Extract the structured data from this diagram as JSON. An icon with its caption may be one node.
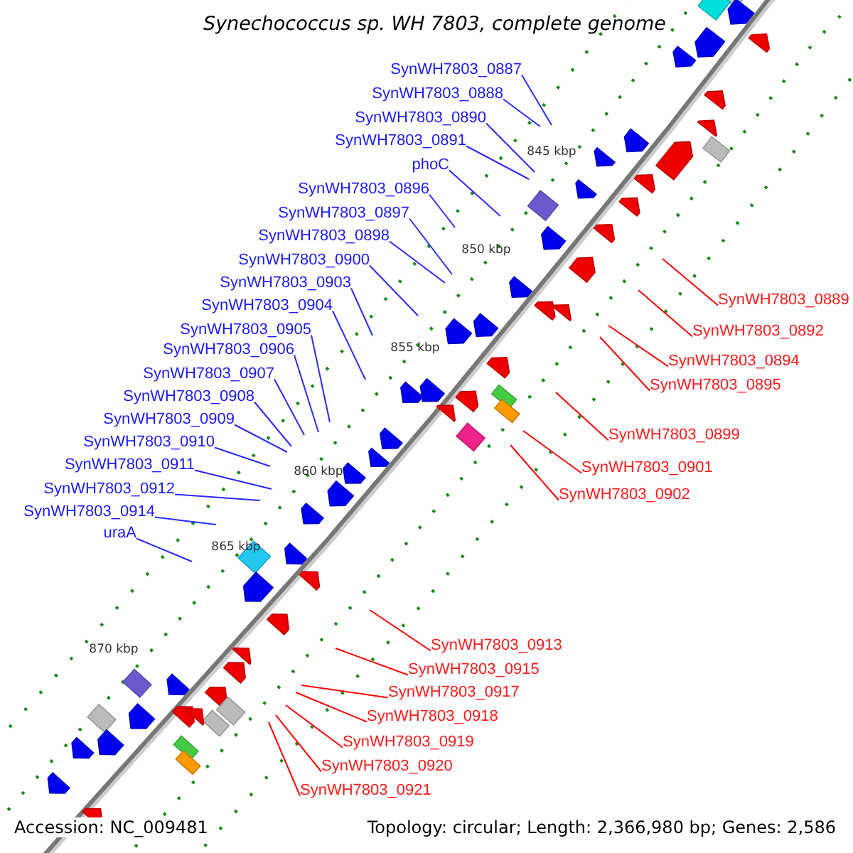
{
  "diagram": {
    "title": "Synechococcus sp. WH 7803, complete genome",
    "nodes": [
      {
        "text": [
          "SynWH7803_0887"
        ]
      },
      {
        "text": [
          "SynWH7803_0888"
        ]
      },
      {
        "text": [
          "SynWH7803_0890"
        ]
      },
      {
        "text": [
          "SynWH7803_0891"
        ]
      },
      {
        "text": [
          "phoC"
        ]
      },
      {
        "text": [
          "SynWH7803_0896"
        ]
      },
      {
        "text": [
          "SynWH7803_0897"
        ]
      },
      {
        "text": [
          "SynWH7803_0898"
        ]
      },
      {
        "text": [
          "SynWH7803_0900"
        ]
      },
      {
        "text": [
          "SynWH7803_0903"
        ]
      },
      {
        "text": [
          "SynWH7803_0904"
        ]
      },
      {
        "text": [
          "SynWH7803_0905"
        ]
      },
      {
        "text": [
          "SynWH7803_0906"
        ]
      },
      {
        "text": [
          "SynWH7803_0907"
        ]
      },
      {
        "text": [
          "SynWH7803_0908"
        ]
      },
      {
        "text": [
          "SynWH7803_0909"
        ]
      },
      {
        "text": [
          "SynWH7803_0910"
        ]
      },
      {
        "text": [
          "SynWH7803_0911"
        ]
      },
      {
        "text": [
          "SynWH7803_0912"
        ]
      },
      {
        "text": [
          "SynWH7803_0914"
        ]
      },
      {
        "text": [
          "uraA"
        ]
      },
      {
        "text": [
          "SynWH7803_0889"
        ]
      },
      {
        "text": [
          "SynWH7803_0892"
        ]
      },
      {
        "text": [
          "SynWH7803_0894"
        ]
      },
      {
        "text": [
          "SynWH7803_0895"
        ]
      },
      {
        "text": [
          "SynWH7803_0899"
        ]
      },
      {
        "text": [
          "SynWH7803_0901"
        ]
      },
      {
        "text": [
          "SynWH7803_0902"
        ]
      },
      {
        "text": [
          "SynWH7803_0913"
        ]
      },
      {
        "text": [
          "SynWH7803_0915"
        ]
      },
      {
        "text": [
          "SynWH7803_0917"
        ]
      },
      {
        "text": [
          "SynWH7803_0918"
        ]
      },
      {
        "text": [
          "SynWH7803_0919"
        ]
      },
      {
        "text": [
          "SynWH7803_0920"
        ]
      },
      {
        "text": [
          "SynWH7803_0921"
        ]
      }
    ],
    "edges": [
      {
        "from": 0,
        "to": null,
        "arrow": "none"
      },
      {
        "from": 1,
        "to": null,
        "arrow": "none"
      },
      {
        "from": 2,
        "to": null,
        "arrow": "none"
      },
      {
        "from": 3,
        "to": null,
        "arrow": "none"
      },
      {
        "from": 4,
        "to": null,
        "arrow": "none"
      },
      {
        "from": 5,
        "to": null,
        "arrow": "none"
      },
      {
        "from": 6,
        "to": null,
        "arrow": "none"
      },
      {
        "from": 7,
        "to": null,
        "arrow": "none"
      },
      {
        "from": 8,
        "to": null,
        "arrow": "none"
      },
      {
        "from": 9,
        "to": null,
        "arrow": "none"
      },
      {
        "from": 10,
        "to": null,
        "arrow": "none"
      },
      {
        "from": 11,
        "to": null,
        "arrow": "none"
      },
      {
        "from": 12,
        "to": null,
        "arrow": "none"
      },
      {
        "from": 13,
        "to": null,
        "arrow": "none"
      },
      {
        "from": 14,
        "to": null,
        "arrow": "none"
      },
      {
        "from": 15,
        "to": null,
        "arrow": "none"
      },
      {
        "from": 16,
        "to": null,
        "arrow": "none"
      },
      {
        "from": 17,
        "to": null,
        "arrow": "none"
      },
      {
        "from": 18,
        "to": null,
        "arrow": "none"
      },
      {
        "from": 19,
        "to": null,
        "arrow": "none"
      },
      {
        "from": 20,
        "to": null,
        "arrow": "none"
      },
      {
        "from": 21,
        "to": null,
        "arrow": "none",
        "color": "#ff0000"
      },
      {
        "from": 22,
        "to": null,
        "arrow": "none",
        "color": "#ff0000"
      },
      {
        "from": 23,
        "to": null,
        "arrow": "none",
        "color": "#ff0000"
      },
      {
        "from": 24,
        "to": null,
        "arrow": "none",
        "color": "#ff0000"
      },
      {
        "from": 25,
        "to": null,
        "arrow": "none",
        "color": "#ff0000"
      },
      {
        "from": 26,
        "to": null,
        "arrow": "none",
        "color": "#ff0000"
      },
      {
        "from": 27,
        "to": null,
        "arrow": "none",
        "color": "#ff0000"
      },
      {
        "from": 28,
        "to": null,
        "arrow": "none",
        "color": "#ff0000"
      },
      {
        "from": 29,
        "to": null,
        "arrow": "none",
        "color": "#ff0000"
      },
      {
        "from": 30,
        "to": null,
        "arrow": "none",
        "color": "#ff0000"
      },
      {
        "from": 31,
        "to": null,
        "arrow": "none",
        "color": "#ff0000"
      },
      {
        "from": 32,
        "to": null,
        "arrow": "none",
        "color": "#ff0000"
      },
      {
        "from": 33,
        "to": null,
        "arrow": "none",
        "color": "#ff0000"
      },
      {
        "from": 34,
        "to": null,
        "arrow": "none",
        "color": "#ff0000"
      }
    ],
    "labels": [
      "845 kbp",
      "850 kbp",
      "855 kbp",
      "860 kbp",
      "865 kbp",
      "870 kbp",
      "Accession: NC_009481",
      "Topology: circular; Length: 2,366,980 bp; Genes: 2,586"
    ]
  }
}
